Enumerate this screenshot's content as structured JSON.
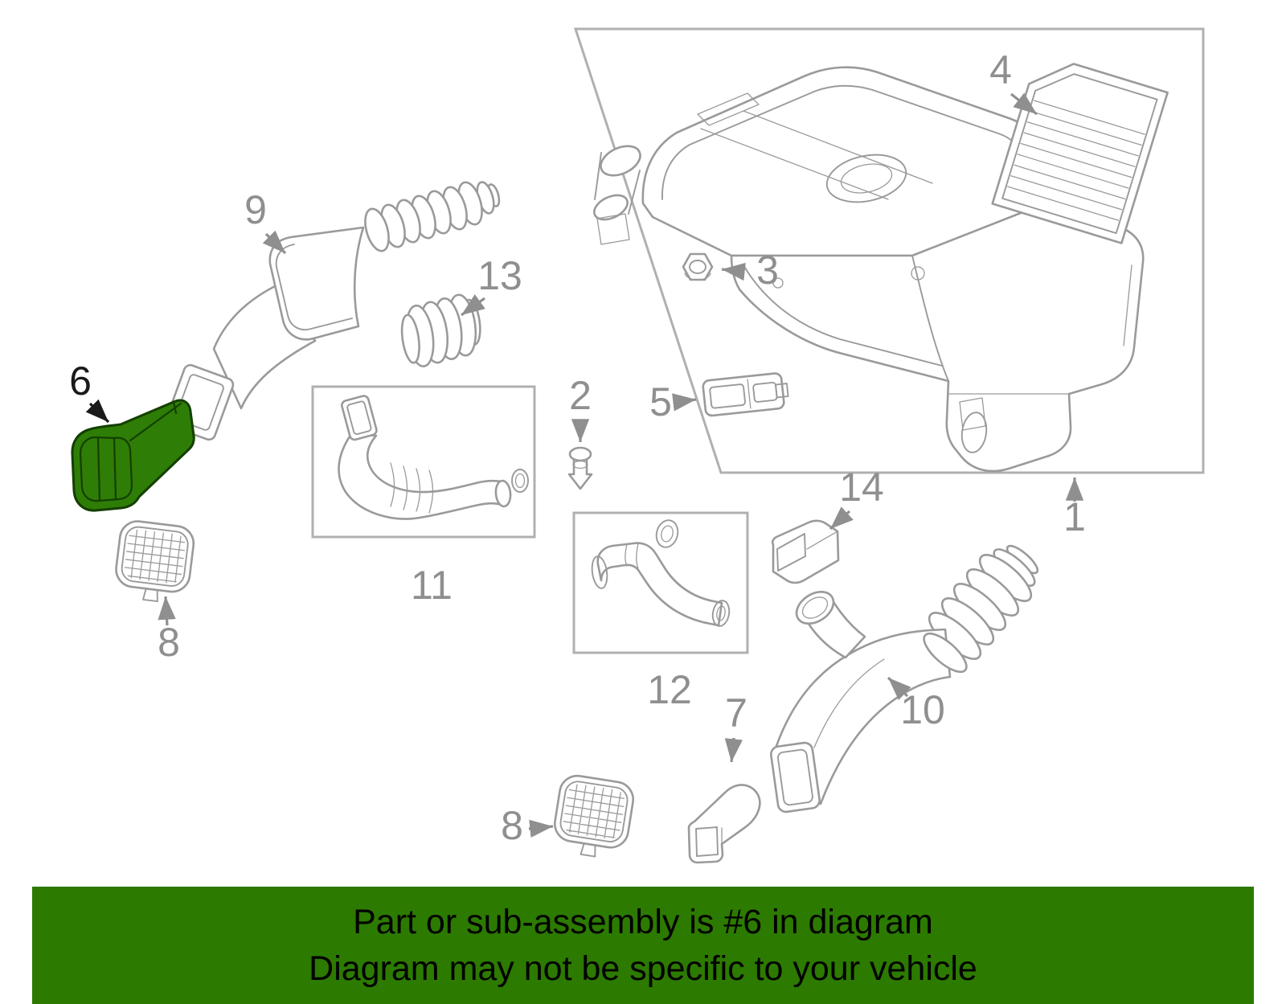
{
  "banner": {
    "line1": "Part or sub-assembly is #6 in diagram",
    "line2": "Diagram may not be specific to your vehicle"
  },
  "highlighted_part": "6",
  "callouts": [
    {
      "num": "1"
    },
    {
      "num": "2"
    },
    {
      "num": "3"
    },
    {
      "num": "4"
    },
    {
      "num": "5"
    },
    {
      "num": "6"
    },
    {
      "num": "7"
    },
    {
      "num": "8"
    },
    {
      "num": "8"
    },
    {
      "num": "9"
    },
    {
      "num": "10"
    },
    {
      "num": "11"
    },
    {
      "num": "12"
    },
    {
      "num": "13"
    },
    {
      "num": "14"
    }
  ],
  "colors": {
    "line": "#9a9a9a",
    "label": "#8f8f8f",
    "label_dark": "#1a1a1a",
    "box": "#b0b0b0",
    "banner_bg": "#2c7a00",
    "banner_text": "#000000",
    "highlight_fill": "#2e7d06",
    "highlight_stroke": "#143f00",
    "part_fill": "#ffffff",
    "bg": "#ffffff"
  }
}
